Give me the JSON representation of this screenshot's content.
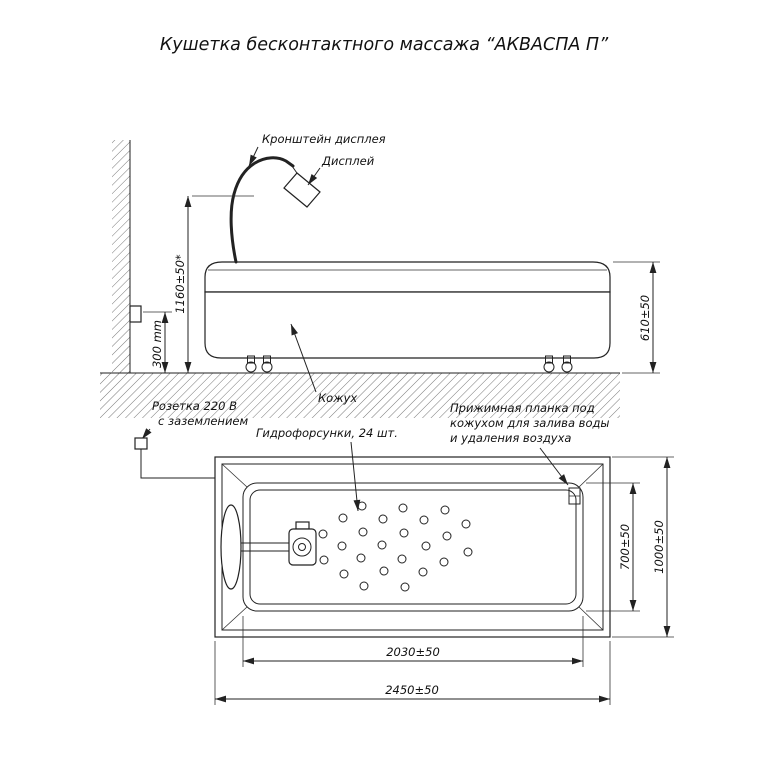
{
  "title": "Кушетка бесконтактного массажа “АКВАСПА П”",
  "side_view": {
    "display_bracket_label": "Кронштейн дисплея",
    "display_label": "Дисплей",
    "cover_label": "Кожух",
    "socket_label_line1": "Розетка 220 В",
    "socket_label_line2": "с заземлением",
    "dim_height_to_display": "1160±50*",
    "dim_socket_height": "300 mm",
    "dim_couch_height": "610±50"
  },
  "plan_view": {
    "nozzles_label": "Гидрофорсунки, 24 шт.",
    "nozzle_count": 24,
    "clamp_label_line1": "Прижимная планка под",
    "clamp_label_line2": "кожухом для залива воды",
    "clamp_label_line3": "и удаления воздуха",
    "dim_tub_width": "700±50",
    "dim_total_width": "1000±50",
    "dim_tub_length": "2030±50",
    "dim_total_length": "2450±50"
  }
}
